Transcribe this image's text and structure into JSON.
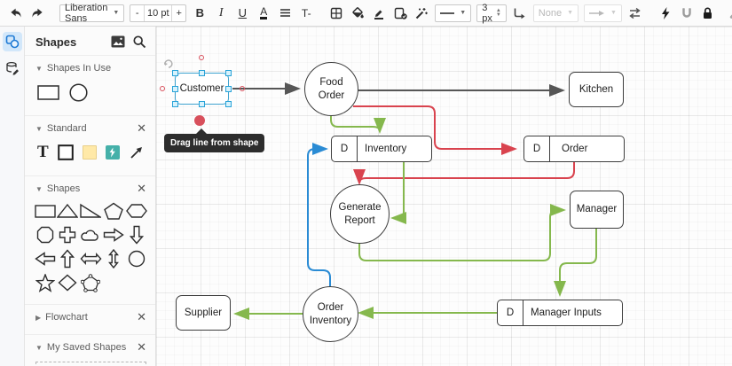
{
  "toolbar": {
    "font_name": "Liberation Sans",
    "decrease_label": "-",
    "font_size": "10 pt",
    "increase_label": "+",
    "bold_label": "B",
    "italic_label": "I",
    "underline_label": "U",
    "font_color_label": "A",
    "clear_format_label": "T-",
    "line_width": "3 px",
    "waypoints_value": "None",
    "icons": [
      "undo-icon",
      "redo-icon",
      "table-icon",
      "fill-color-icon",
      "line-color-icon",
      "edit-style-icon",
      "autosize-wand-icon",
      "line-style-dropdown",
      "waypoints-icon",
      "connection-arrow-dropdown",
      "bidirectional-icon",
      "lightning-icon",
      "magnet-icon",
      "lock-icon",
      "wrench-icon"
    ]
  },
  "sidebar": {
    "title": "Shapes",
    "header_icons": [
      "image-icon",
      "search-icon"
    ],
    "rail_icons": [
      "shapes-panel-icon",
      "data-panel-icon"
    ],
    "sections": [
      {
        "label": "Shapes In Use",
        "collapsed": false,
        "closable": false,
        "shapes": [
          "rectangle",
          "ellipse"
        ]
      },
      {
        "label": "Standard",
        "collapsed": false,
        "closable": true,
        "shapes": [
          "text",
          "rectangle",
          "note-yellow",
          "lightning-teal",
          "arrow-northeast"
        ]
      },
      {
        "label": "Shapes",
        "collapsed": false,
        "closable": true,
        "shapes": [
          "rectangle",
          "triangle",
          "right-triangle",
          "pentagon",
          "hexagon",
          "octagon",
          "cross",
          "cloud",
          "arrow-right",
          "arrow-down",
          "arrow-left",
          "arrow-up",
          "arrow-left-right",
          "arrow-up-down",
          "circle",
          "star",
          "diamond",
          "polygon-vertices"
        ]
      },
      {
        "label": "Flowchart",
        "collapsed": true,
        "closable": true,
        "shapes": []
      },
      {
        "label": "My Saved Shapes",
        "collapsed": false,
        "closable": true,
        "shapes": []
      }
    ]
  },
  "canvas": {
    "tooltip": "Drag line from shape",
    "nodes": [
      {
        "id": "customer",
        "label": "Customer",
        "type": "rectangle",
        "selected": true
      },
      {
        "id": "food-order",
        "label": "Food Order",
        "type": "circle"
      },
      {
        "id": "kitchen",
        "label": "Kitchen",
        "type": "rectangle"
      },
      {
        "id": "inventory",
        "prefix": "D",
        "label": "Inventory",
        "type": "data-store"
      },
      {
        "id": "order",
        "prefix": "D",
        "label": "Order",
        "type": "data-store"
      },
      {
        "id": "generate-report",
        "label": "Generate Report",
        "type": "circle"
      },
      {
        "id": "manager",
        "label": "Manager",
        "type": "rectangle"
      },
      {
        "id": "supplier",
        "label": "Supplier",
        "type": "rectangle"
      },
      {
        "id": "order-inventory",
        "label": "Order Inventory",
        "type": "circle"
      },
      {
        "id": "manager-inputs",
        "prefix": "D",
        "label": "Manager Inputs",
        "type": "data-store"
      }
    ],
    "edges": [
      {
        "from": "customer",
        "to": "food-order",
        "color": "#565656"
      },
      {
        "from": "food-order",
        "to": "kitchen",
        "color": "#565656"
      },
      {
        "from": "food-order",
        "to": "order",
        "color": "#d9434e"
      },
      {
        "from": "order",
        "to": "generate-report",
        "color": "#d9434e"
      },
      {
        "from": "food-order",
        "to": "inventory",
        "color": "#85b84d"
      },
      {
        "from": "inventory",
        "to": "generate-report",
        "color": "#85b84d"
      },
      {
        "from": "generate-report",
        "to": "manager",
        "color": "#85b84d"
      },
      {
        "from": "manager",
        "to": "manager-inputs",
        "color": "#85b84d"
      },
      {
        "from": "manager-inputs",
        "to": "order-inventory",
        "color": "#85b84d"
      },
      {
        "from": "order-inventory",
        "to": "supplier",
        "color": "#85b84d"
      },
      {
        "from": "order-inventory",
        "to": "inventory",
        "color": "#2a8bd4"
      }
    ],
    "colors": {
      "selection": "#3da2cf",
      "connect_point": "#d8505c",
      "edge_black": "#565656",
      "edge_red": "#d9434e",
      "edge_green": "#85b84d",
      "edge_blue": "#2a8bd4"
    }
  }
}
